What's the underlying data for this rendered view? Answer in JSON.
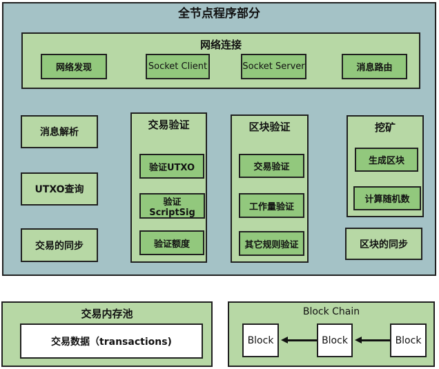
{
  "title": "全节点程序部分",
  "colors": {
    "outer_background": "#a4c2c6",
    "panel_green": "#b7d8a5",
    "inner_green": "#92c87d",
    "border": "#1f1f1f",
    "white_box": "#ffffff",
    "arrow": "#111111"
  },
  "network": {
    "label": "网络连接",
    "items": [
      "网络发现",
      "Socket Client",
      "Socket Server",
      "消息路由"
    ]
  },
  "left_column": {
    "items": [
      "消息解析",
      "UTXO查询",
      "交易的同步"
    ]
  },
  "tx_validation": {
    "label": "交易验证",
    "items": [
      "验证UTXO",
      "验证ScriptSig",
      "验证额度"
    ]
  },
  "block_validation": {
    "label": "区块验证",
    "items": [
      "交易验证",
      "工作量验证",
      "其它规则验证"
    ]
  },
  "mining": {
    "label": "挖矿",
    "items": [
      "生成区块",
      "计算随机数"
    ]
  },
  "block_sync": {
    "label": "区块的同步"
  },
  "mempool": {
    "label": "交易内存池",
    "content": "交易数据（transactions)"
  },
  "blockchain": {
    "label": "Block Chain",
    "blocks": [
      "Block",
      "Block",
      "Block"
    ]
  }
}
